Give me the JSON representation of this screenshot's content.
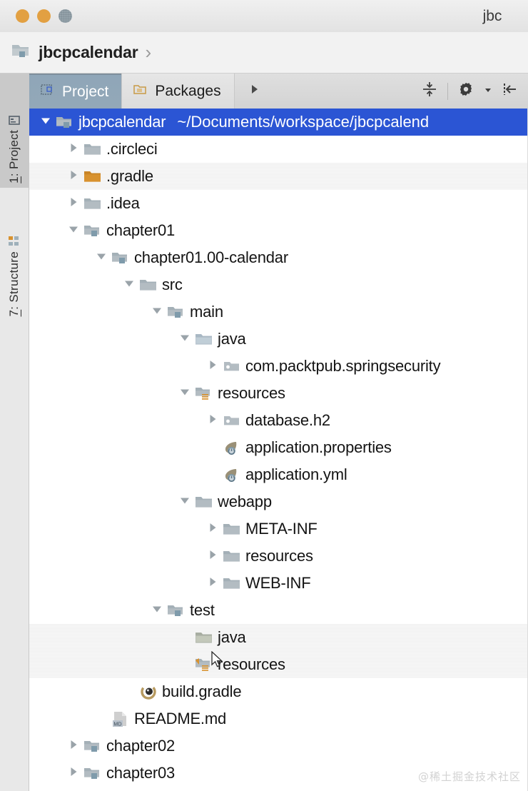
{
  "window": {
    "title": "jbc",
    "traffic_lights": [
      "close-amber",
      "minimize-amber",
      "zoom-grey"
    ]
  },
  "breadcrumb": {
    "icon": "module-folder-icon",
    "label": "jbcpcalendar",
    "separator": "›"
  },
  "tool_strip": {
    "buttons": [
      {
        "label_prefix": "1",
        "label": ": Project",
        "icon": "project-tool-icon",
        "active": true
      },
      {
        "label_prefix": "7",
        "label": ": Structure",
        "icon": "structure-tool-icon",
        "active": false
      }
    ]
  },
  "tabs": {
    "items": [
      {
        "label": "Project",
        "icon": "project-tab-icon",
        "active": true
      },
      {
        "label": "Packages",
        "icon": "packages-tab-icon",
        "active": false
      }
    ],
    "overflow_icon": "expand-tabs-arrow-icon",
    "tools": [
      {
        "name": "collapse-all-icon"
      },
      {
        "name": "settings-gear-icon"
      },
      {
        "name": "hide-panel-icon"
      }
    ]
  },
  "tree": {
    "rows": [
      {
        "label": "jbcpcalendar",
        "subpath": "~/Documents/workspace/jbcpcalend",
        "depth": 0,
        "twisty": "open",
        "icon": "module-folder-icon",
        "selected": true,
        "stripe": false
      },
      {
        "label": ".circleci",
        "subpath": "",
        "depth": 1,
        "twisty": "closed",
        "icon": "folder-icon",
        "selected": false,
        "stripe": false
      },
      {
        "label": ".gradle",
        "subpath": "",
        "depth": 1,
        "twisty": "closed",
        "icon": "folder-excluded-icon",
        "selected": false,
        "stripe": true
      },
      {
        "label": ".idea",
        "subpath": "",
        "depth": 1,
        "twisty": "closed",
        "icon": "folder-icon",
        "selected": false,
        "stripe": false
      },
      {
        "label": "chapter01",
        "subpath": "",
        "depth": 1,
        "twisty": "open",
        "icon": "module-folder-icon",
        "selected": false,
        "stripe": false
      },
      {
        "label": "chapter01.00-calendar",
        "subpath": "",
        "depth": 2,
        "twisty": "open",
        "icon": "module-folder-icon",
        "selected": false,
        "stripe": false
      },
      {
        "label": "src",
        "subpath": "",
        "depth": 3,
        "twisty": "open",
        "icon": "folder-icon",
        "selected": false,
        "stripe": false
      },
      {
        "label": "main",
        "subpath": "",
        "depth": 4,
        "twisty": "open",
        "icon": "module-folder-icon",
        "selected": false,
        "stripe": false
      },
      {
        "label": "java",
        "subpath": "",
        "depth": 5,
        "twisty": "open",
        "icon": "source-root-icon",
        "selected": false,
        "stripe": false
      },
      {
        "label": "com.packtpub.springsecurity",
        "subpath": "",
        "depth": 6,
        "twisty": "closed",
        "icon": "package-icon",
        "selected": false,
        "stripe": false
      },
      {
        "label": "resources",
        "subpath": "",
        "depth": 5,
        "twisty": "open",
        "icon": "resource-root-icon",
        "selected": false,
        "stripe": false
      },
      {
        "label": "database.h2",
        "subpath": "",
        "depth": 6,
        "twisty": "closed",
        "icon": "package-icon",
        "selected": false,
        "stripe": false
      },
      {
        "label": "application.properties",
        "subpath": "",
        "depth": 6,
        "twisty": "none",
        "icon": "spring-boot-file-icon",
        "selected": false,
        "stripe": false
      },
      {
        "label": "application.yml",
        "subpath": "",
        "depth": 6,
        "twisty": "none",
        "icon": "spring-boot-file-icon",
        "selected": false,
        "stripe": false
      },
      {
        "label": "webapp",
        "subpath": "",
        "depth": 5,
        "twisty": "open",
        "icon": "folder-icon",
        "selected": false,
        "stripe": false
      },
      {
        "label": "META-INF",
        "subpath": "",
        "depth": 6,
        "twisty": "closed",
        "icon": "folder-icon",
        "selected": false,
        "stripe": false
      },
      {
        "label": "resources",
        "subpath": "",
        "depth": 6,
        "twisty": "closed",
        "icon": "folder-icon",
        "selected": false,
        "stripe": false
      },
      {
        "label": "WEB-INF",
        "subpath": "",
        "depth": 6,
        "twisty": "closed",
        "icon": "folder-icon",
        "selected": false,
        "stripe": false
      },
      {
        "label": "test",
        "subpath": "",
        "depth": 4,
        "twisty": "open",
        "icon": "module-folder-icon",
        "selected": false,
        "stripe": false
      },
      {
        "label": "java",
        "subpath": "",
        "depth": 5,
        "twisty": "none",
        "icon": "test-source-root-icon",
        "selected": false,
        "stripe": true
      },
      {
        "label": "resources",
        "subpath": "",
        "depth": 5,
        "twisty": "none",
        "icon": "test-resource-root-icon",
        "selected": false,
        "stripe": true
      },
      {
        "label": "build.gradle",
        "subpath": "",
        "depth": 3,
        "twisty": "none",
        "icon": "gradle-file-icon",
        "selected": false,
        "stripe": false
      },
      {
        "label": "README.md",
        "subpath": "",
        "depth": 2,
        "twisty": "none",
        "icon": "markdown-file-icon",
        "selected": false,
        "stripe": false
      },
      {
        "label": "chapter02",
        "subpath": "",
        "depth": 1,
        "twisty": "closed",
        "icon": "module-folder-icon",
        "selected": false,
        "stripe": false
      },
      {
        "label": "chapter03",
        "subpath": "",
        "depth": 1,
        "twisty": "closed",
        "icon": "module-folder-icon",
        "selected": false,
        "stripe": false
      }
    ]
  },
  "watermark": {
    "text": "@稀土掘金技术社区"
  },
  "colors": {
    "selection_blue": "#2b55d4",
    "tab_active": "#8fa6b8",
    "folder_grey": "#b3bcc2",
    "folder_excluded_orange": "#d8922f",
    "traffic_amber": "#e2a042"
  }
}
